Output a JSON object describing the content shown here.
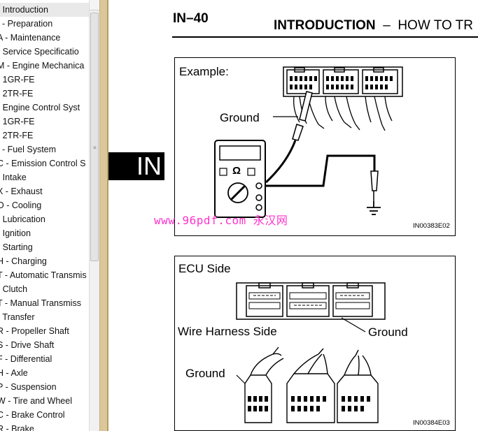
{
  "sidebar": {
    "items": [
      {
        "label": "- Introduction",
        "selected": true
      },
      {
        "label": "/ - Preparation"
      },
      {
        "label": "A - Maintenance"
      },
      {
        "label": "- Service Specificatio"
      },
      {
        "label": "M - Engine Mechanica"
      },
      {
        "label": "- 1GR-FE"
      },
      {
        "label": "- 2TR-FE"
      },
      {
        "label": "- Engine Control Syst"
      },
      {
        "label": "- 1GR-FE"
      },
      {
        "label": "- 2TR-FE"
      },
      {
        "label": "I - Fuel System"
      },
      {
        "label": "C - Emission Control S"
      },
      {
        "label": "- Intake"
      },
      {
        "label": "X - Exhaust"
      },
      {
        "label": "O - Cooling"
      },
      {
        "label": "- Lubrication"
      },
      {
        "label": "- Ignition"
      },
      {
        "label": "- Starting"
      },
      {
        "label": "H - Charging"
      },
      {
        "label": "T - Automatic Transmis"
      },
      {
        "label": "- Clutch"
      },
      {
        "label": "T - Manual Transmiss"
      },
      {
        "label": "- Transfer"
      },
      {
        "label": "R - Propeller Shaft"
      },
      {
        "label": "S - Drive Shaft"
      },
      {
        "label": "F - Differential"
      },
      {
        "label": "H - Axle"
      },
      {
        "label": "P - Suspension"
      },
      {
        "label": "W - Tire and Wheel"
      },
      {
        "label": "C - Brake Control"
      },
      {
        "label": "R - Brake"
      }
    ]
  },
  "page": {
    "section_tab": "IN",
    "page_number": "IN–40",
    "header_bold": "INTRODUCTION",
    "header_rest": "  –  HOW TO TR",
    "watermark": "www.96pdf.com 永汉网"
  },
  "figure1": {
    "title": "Example:",
    "ground_label": "Ground",
    "ohm_symbol": "Ω",
    "code": "IN00383E02"
  },
  "figure2": {
    "ecu_side": "ECU Side",
    "wire_harness_side": "Wire Harness Side",
    "ground_right": "Ground",
    "ground_left": "Ground",
    "code": "IN00384E03"
  },
  "colors": {
    "splitter": "#dcc79a",
    "watermark": "#ff33cc",
    "section_tab_bg": "#000000"
  }
}
